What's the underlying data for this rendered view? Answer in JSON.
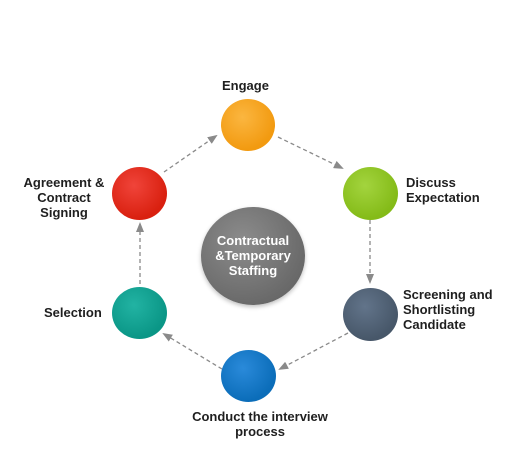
{
  "diagram": {
    "center": {
      "label": "Contractual\n&Temporary\nStaffing",
      "color": "#7a7a7a"
    },
    "steps": [
      {
        "id": "engage",
        "label": "Engage",
        "color": "#f7a21b"
      },
      {
        "id": "discuss",
        "label": "Discuss\nExpectation",
        "color": "#8dc21f"
      },
      {
        "id": "screening",
        "label": "Screening and\nShortlisting\nCandidate",
        "color": "#4f5f73"
      },
      {
        "id": "interview",
        "label": "Conduct the interview\nprocess",
        "color": "#1177c9"
      },
      {
        "id": "selection",
        "label": "Selection",
        "color": "#0fa191"
      },
      {
        "id": "agreement",
        "label": "Agreement &\nContract\nSigning",
        "color": "#e5271c"
      }
    ],
    "connector_color": "#8a8a8a"
  }
}
